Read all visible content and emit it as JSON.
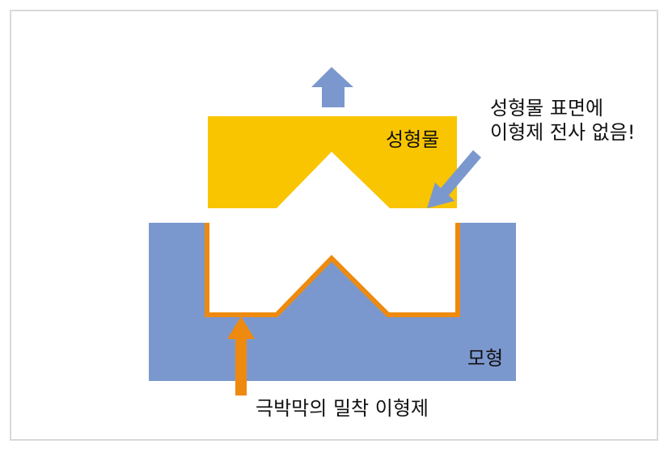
{
  "colors": {
    "molded_product": "#F9C500",
    "mold": "#7B98CE",
    "release_agent": "#EE8A0F",
    "arrow_blue": "#7B98CE",
    "frame_border": "#D9D9D9",
    "text": "#111111"
  },
  "labels": {
    "molded_product": "성형물",
    "mold": "모형",
    "release_agent": "극박막의 밀착 이형제",
    "note_line1": "성형물 표면에",
    "note_line2": "이형제 전사 없음!"
  },
  "arrows": {
    "top": {
      "direction": "up",
      "color_key": "arrow_blue"
    },
    "note": {
      "direction": "down-left",
      "color_key": "arrow_blue"
    },
    "release": {
      "direction": "up",
      "color_key": "release_agent"
    }
  }
}
